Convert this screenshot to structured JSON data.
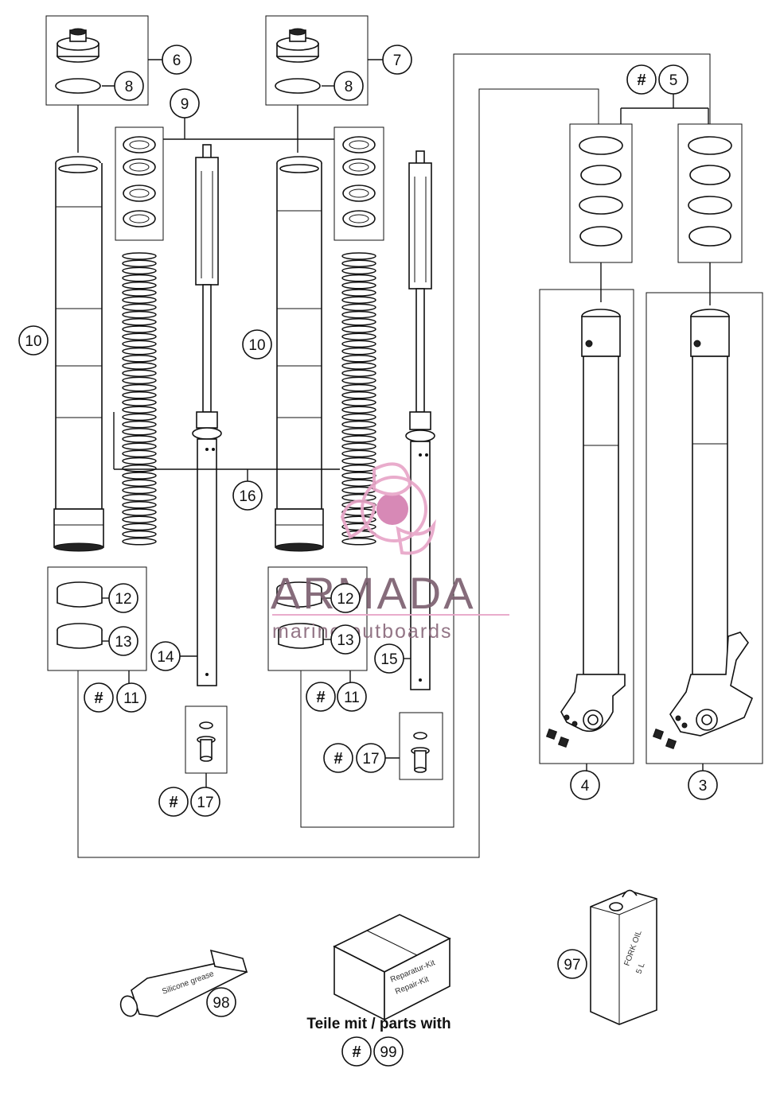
{
  "watermark": {
    "brand": "ARMADA",
    "tagline": "marine outboards",
    "pink": "#e8a6c8",
    "pink_dark": "#d47fb0",
    "text_color": "#7c6070"
  },
  "callouts": {
    "c6": "6",
    "c7": "7",
    "c8a": "8",
    "c8b": "8",
    "c9": "9",
    "c5": "5",
    "c10a": "10",
    "c10b": "10",
    "c16": "16",
    "c12a": "12",
    "c12b": "12",
    "c13a": "13",
    "c13b": "13",
    "c11a": "11",
    "c11b": "11",
    "c14": "14",
    "c15": "15",
    "c17a": "17",
    "c17b": "17",
    "c4": "4",
    "c3": "3",
    "c97": "97",
    "c98": "98",
    "c99": "99"
  },
  "hash_symbol": "#",
  "kit": {
    "caption": "Teile mit / parts with",
    "box_label_1": "Reparatur-Kit",
    "box_label_2": "Repair-Kit"
  },
  "grease_tube_label": "Silicone grease",
  "oil_can_label_1": "FORK OIL",
  "oil_can_label_2": "5 L"
}
